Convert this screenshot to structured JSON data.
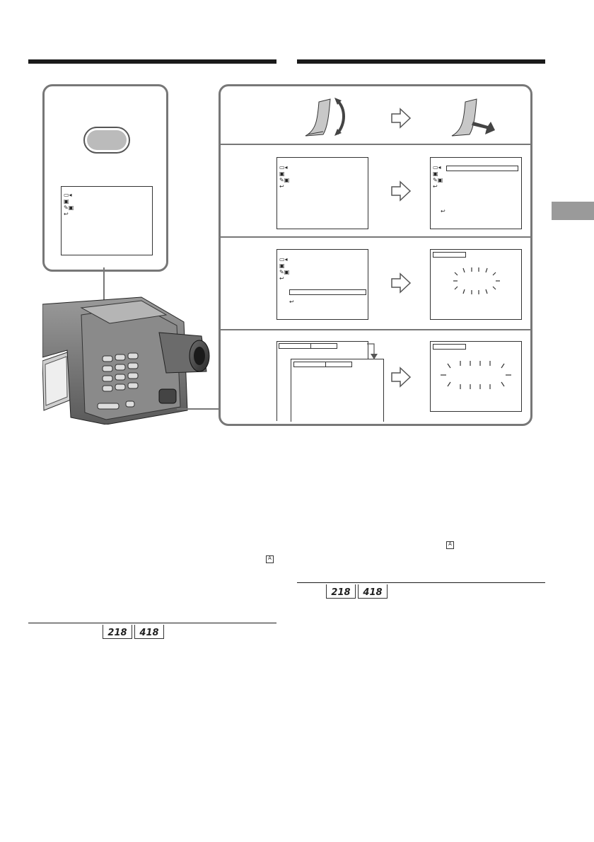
{
  "page_refs": {
    "left": [
      "218",
      "418"
    ],
    "right": [
      "218",
      "418"
    ]
  },
  "icons": {
    "menu_icon_column": [
      "camera-icon",
      "tape-icon",
      "setup-icon",
      "return-icon"
    ],
    "title_glyph": "A"
  },
  "colors": {
    "rule": "#1a1a1a",
    "panel_border": "#777777",
    "side_tab": "#9a9a9a"
  }
}
